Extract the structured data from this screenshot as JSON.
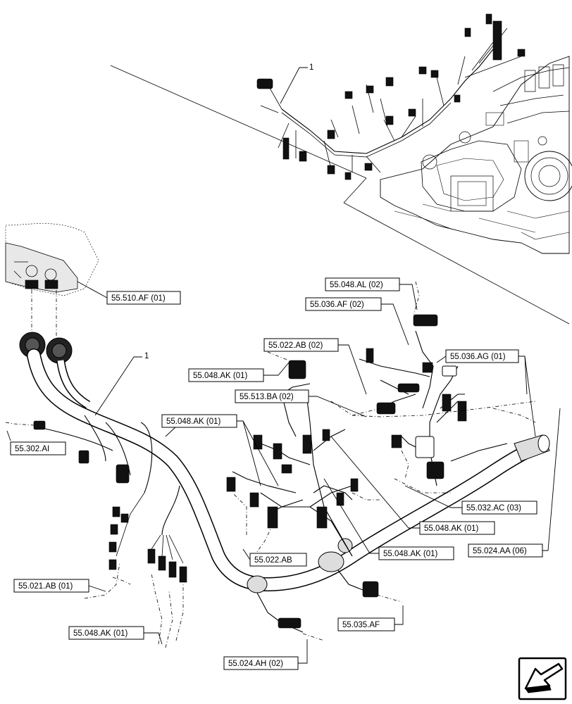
{
  "diagram": {
    "item_callouts": [
      "1",
      "1"
    ],
    "labels": [
      "55.510.AF (01)",
      "55.048.AL (02)",
      "55.036.AF (02)",
      "55.022.AB (02)",
      "55.036.AG (01)",
      "55.048.AK (01)",
      "55.513.BA (02)",
      "55.048.AK (01)",
      "55.302.AI",
      "55.032.AC (03)",
      "55.048.AK (01)",
      "55.022.AB",
      "55.048.AK (01)",
      "55.024.AA (06)",
      "55.021.AB (01)",
      "55.035.AF",
      "55.048.AK (01)",
      "55.024.AH (02)"
    ],
    "nav_icon": "previous-page-arrow-icon"
  }
}
